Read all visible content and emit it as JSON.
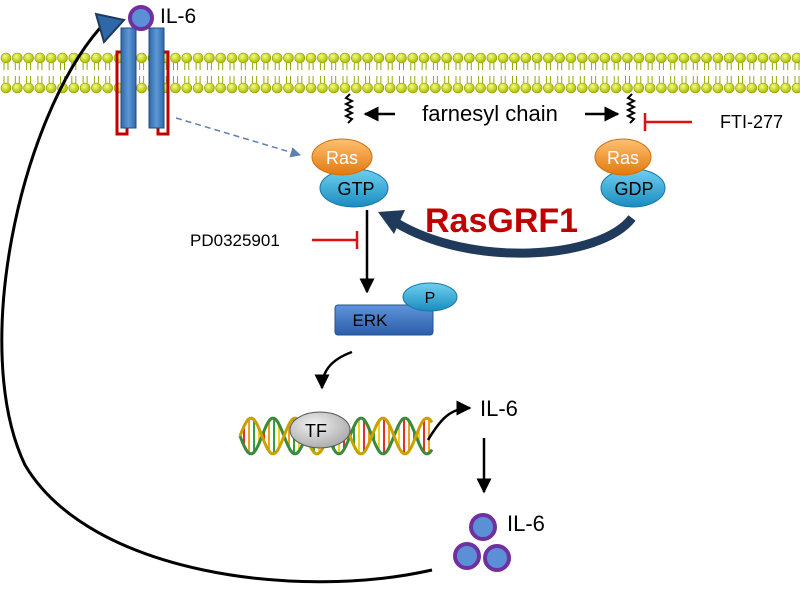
{
  "labels": {
    "il6_receptor": "IL-6",
    "farnesyl_chain": "farnesyl chain",
    "fti": "FTI-277",
    "ras_left": "Ras",
    "gtp": "GTP",
    "ras_right": "Ras",
    "gdp": "GDP",
    "rasgrf1": "RasGRF1",
    "pd": "PD0325901",
    "erk": "ERK",
    "p": "P",
    "tf": "TF",
    "il6_gene": "IL-6",
    "il6_secreted": "IL-6"
  },
  "colors": {
    "membrane_head": "#c8d400",
    "receptor_blue": "#3f7fbf",
    "receptor_red": "#c00000",
    "ligand_purple": "#7030a0",
    "ligand_blue": "#5b8fd6",
    "ras_orange": "#f39a2c",
    "gtp_cyan": "#29a8d8",
    "erk_blue": "#3b73c4",
    "rasgrf1_red": "#c00000",
    "inhibitor_red": "#e01010",
    "feedback_arrow": "#1f3a5a"
  }
}
